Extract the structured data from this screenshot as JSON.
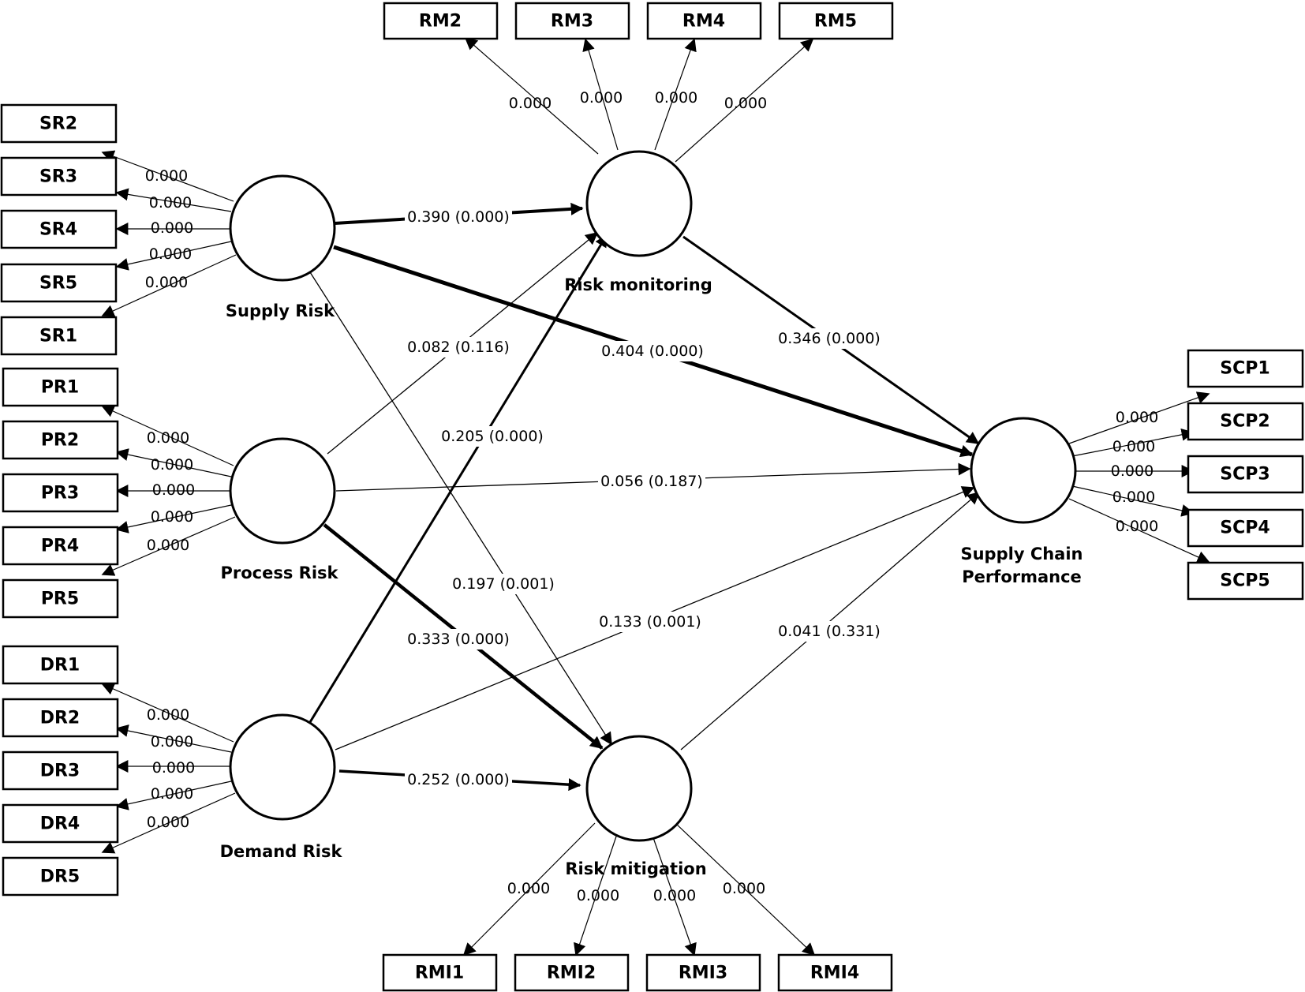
{
  "diagram": {
    "latents": {
      "supply_risk": "Supply Risk",
      "process_risk": "Process Risk",
      "demand_risk": "Demand Risk",
      "risk_monitoring": "Risk monitoring",
      "risk_mitigation": "Risk mitigation",
      "scp_line1": "Supply Chain",
      "scp_line2": "Performance"
    },
    "indicators": {
      "RM": [
        "RM2",
        "RM3",
        "RM4",
        "RM5"
      ],
      "RMI": [
        "RMI1",
        "RMI2",
        "RMI3",
        "RMI4"
      ],
      "SR": [
        "SR2",
        "SR3",
        "SR4",
        "SR5",
        "SR1"
      ],
      "PR": [
        "PR1",
        "PR2",
        "PR3",
        "PR4",
        "PR5"
      ],
      "DR": [
        "DR1",
        "DR2",
        "DR3",
        "DR4",
        "DR5"
      ],
      "SCP": [
        "SCP1",
        "SCP2",
        "SCP3",
        "SCP4",
        "SCP5"
      ]
    },
    "loading_label": "0.000",
    "paths": {
      "sr_rm": "0.390 (0.000)",
      "sr_scp": "0.404 (0.000)",
      "sr_rmi": "0.197 (0.001)",
      "pr_rm": "0.082 (0.116)",
      "pr_scp": "0.056 (0.187)",
      "pr_rmi": "0.333 (0.000)",
      "dr_rm": "0.205 (0.000)",
      "dr_scp": "0.133 (0.001)",
      "dr_rmi": "0.252 (0.000)",
      "rm_scp": "0.346 (0.000)",
      "rmi_scp": "0.041 (0.331)"
    }
  }
}
